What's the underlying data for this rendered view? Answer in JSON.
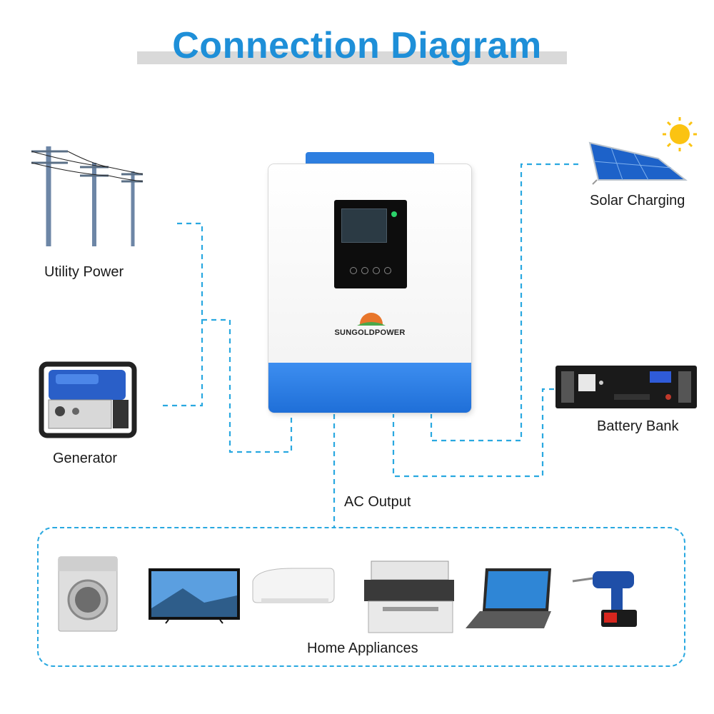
{
  "title": "Connection Diagram",
  "nodes": {
    "utility": {
      "label": "Utility Power"
    },
    "generator": {
      "label": "Generator"
    },
    "solar": {
      "label": "Solar Charging"
    },
    "battery": {
      "label": "Battery Bank"
    },
    "ac_output": {
      "label": "AC Output"
    },
    "home": {
      "label": "Home Appliances"
    }
  },
  "inverter": {
    "brand": "SUNGOLDPOWER"
  },
  "colors": {
    "title": "#1e8fd8",
    "wire": "#29a8e0",
    "inverter_accent": "#2e7fe0"
  },
  "appliance_icons": [
    "washing-machine-icon",
    "tv-icon",
    "air-conditioner-icon",
    "printer-icon",
    "laptop-icon",
    "drill-icon"
  ]
}
